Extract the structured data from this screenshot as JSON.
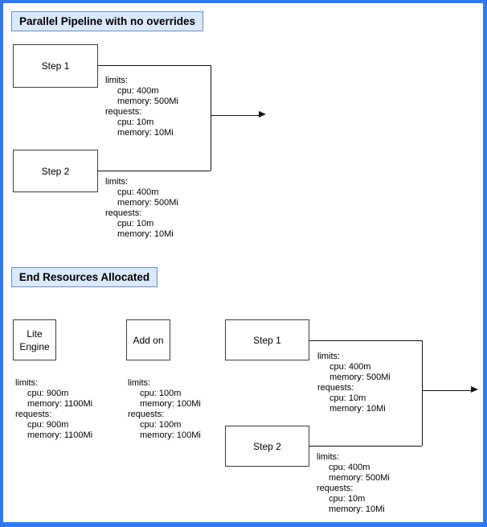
{
  "colors": {
    "frame_border": "#3078f0",
    "title_fill": "#dae8fc",
    "title_border": "#6c8ebf",
    "node_border": "#3d3d3d",
    "line_color": "#141414",
    "text_color": "#000000"
  },
  "icons": {
    "flow_arrowhead": "filled right-pointing triangle"
  },
  "pipeline_section": {
    "title": "Parallel Pipeline with no overrides",
    "steps": [
      {
        "label": "Step 1",
        "resources": {
          "limits_label": "limits:",
          "limits": [
            "cpu: 400m",
            "memory: 500Mi"
          ],
          "requests_label": "requests:",
          "requests": [
            "cpu: 10m",
            "memory: 10Mi"
          ]
        }
      },
      {
        "label": "Step 2",
        "resources": {
          "limits_label": "limits:",
          "limits": [
            "cpu: 400m",
            "memory: 500Mi"
          ],
          "requests_label": "requests:",
          "requests": [
            "cpu: 10m",
            "memory: 10Mi"
          ]
        }
      }
    ]
  },
  "end_section": {
    "title": "End Resources Allocated",
    "lite_engine": {
      "label_lines": [
        "Lite",
        "Engine"
      ],
      "resources": {
        "limits_label": "limits:",
        "limits": [
          "cpu: 900m",
          "memory: 1100Mi"
        ],
        "requests_label": "requests:",
        "requests": [
          "cpu: 900m",
          "memory: 1100Mi"
        ]
      }
    },
    "add_on": {
      "label": "Add on",
      "resources": {
        "limits_label": "limits:",
        "limits": [
          "cpu: 100m",
          "memory: 100Mi"
        ],
        "requests_label": "requests:",
        "requests": [
          "cpu: 100m",
          "memory: 100Mi"
        ]
      }
    },
    "steps": [
      {
        "label": "Step 1",
        "resources": {
          "limits_label": "limits:",
          "limits": [
            "cpu: 400m",
            "memory: 500Mi"
          ],
          "requests_label": "requests:",
          "requests": [
            "cpu: 10m",
            "memory: 10Mi"
          ]
        }
      },
      {
        "label": "Step 2",
        "resources": {
          "limits_label": "limits:",
          "limits": [
            "cpu: 400m",
            "memory: 500Mi"
          ],
          "requests_label": "requests:",
          "requests": [
            "cpu: 10m",
            "memory: 10Mi"
          ]
        }
      }
    ]
  }
}
